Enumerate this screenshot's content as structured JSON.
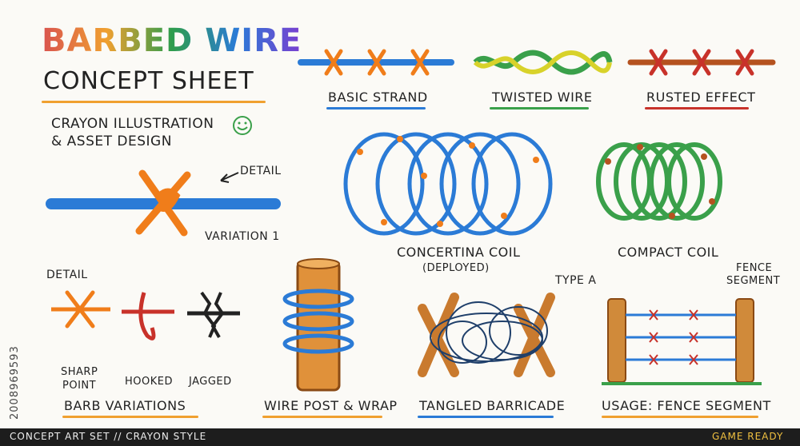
{
  "header": {
    "title": "BARBED WIRE",
    "subtitle": "CONCEPT SHEET",
    "tagline_1": "CRAYON ILLUSTRATION",
    "tagline_2": "& ASSET DESIGN"
  },
  "labels": {
    "basic_strand": "BASIC STRAND",
    "twisted_wire": "TWISTED WIRE",
    "rusted_effect": "RUSTED EFFECT",
    "detail_top": "DETAIL",
    "variation_1": "VARIATION 1",
    "concertina_coil": "CONCERTINA COIL",
    "deployed": "(DEPLOYED)",
    "compact_coil": "COMPACT COIL",
    "detail_left": "DETAIL",
    "type_a": "TYPE A",
    "fence_segment_1": "FENCE",
    "fence_segment_2": "SEGMENT",
    "sharp_1": "SHARP",
    "sharp_2": "POINT",
    "hooked": "HOOKED",
    "jagged": "JAGGED",
    "barb_variations": "BARB VARIATIONS",
    "wire_post_wrap": "WIRE POST & WRAP",
    "tangled_barricade": "TANGLED BARRICADE",
    "usage_fence_segment": "USAGE: FENCE SEGMENT"
  },
  "footer": {
    "left": "CONCEPT ART SET // CRAYON STYLE",
    "right": "GAME READY"
  },
  "stock_id": "2008969593",
  "colors": {
    "blue": "#2b7bd6",
    "orange": "#f07d1a",
    "red": "#c8322a",
    "green": "#3aa04a",
    "rust": "#b5521f",
    "wood": "#c97a2e"
  }
}
